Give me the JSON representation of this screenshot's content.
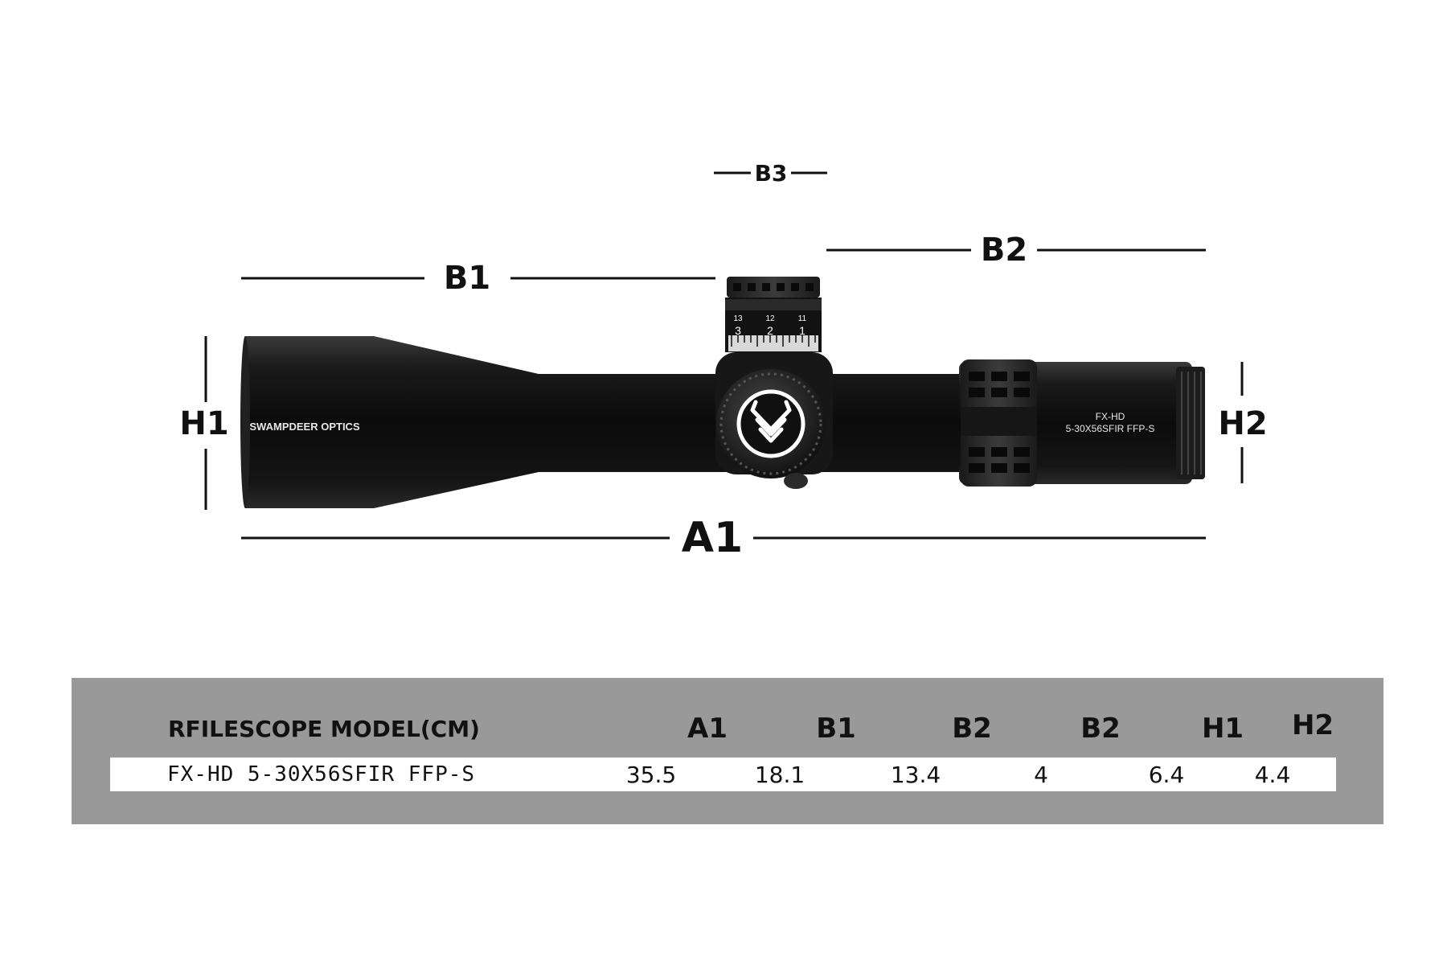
{
  "dimension_labels": {
    "b3": "B3",
    "b1": "B1",
    "b2": "B2",
    "h1": "H1",
    "h2": "H2",
    "a1": "A1"
  },
  "scope": {
    "brand_text": "SWAMPDEER OPTICS",
    "model_line1": "FX-HD",
    "model_line2": "5-30X56SFIR FFP-S",
    "turret_upper_numbers": [
      "13",
      "12",
      "11"
    ],
    "turret_lower_numbers": [
      "3",
      "2",
      "1"
    ],
    "colors": {
      "body": "#0d0d0d",
      "highlight": "#3a3a3a",
      "logo_ring": "#ffffff"
    }
  },
  "spec_table": {
    "headers": {
      "model": "RFILESCOPE MODEL(CM)",
      "a1": "A1",
      "b1": "B1",
      "b2": "B2",
      "b2_second": "B2",
      "h1": "H1",
      "h2": "H2"
    },
    "row": {
      "model": "FX-HD 5-30X56SFIR FFP-S",
      "a1": "35.5",
      "b1": "18.1",
      "b2": "13.4",
      "b2_second": "4",
      "h1": "6.4",
      "h2": "4.4"
    },
    "colors": {
      "panel": "#999999",
      "row": "#ffffff"
    }
  }
}
